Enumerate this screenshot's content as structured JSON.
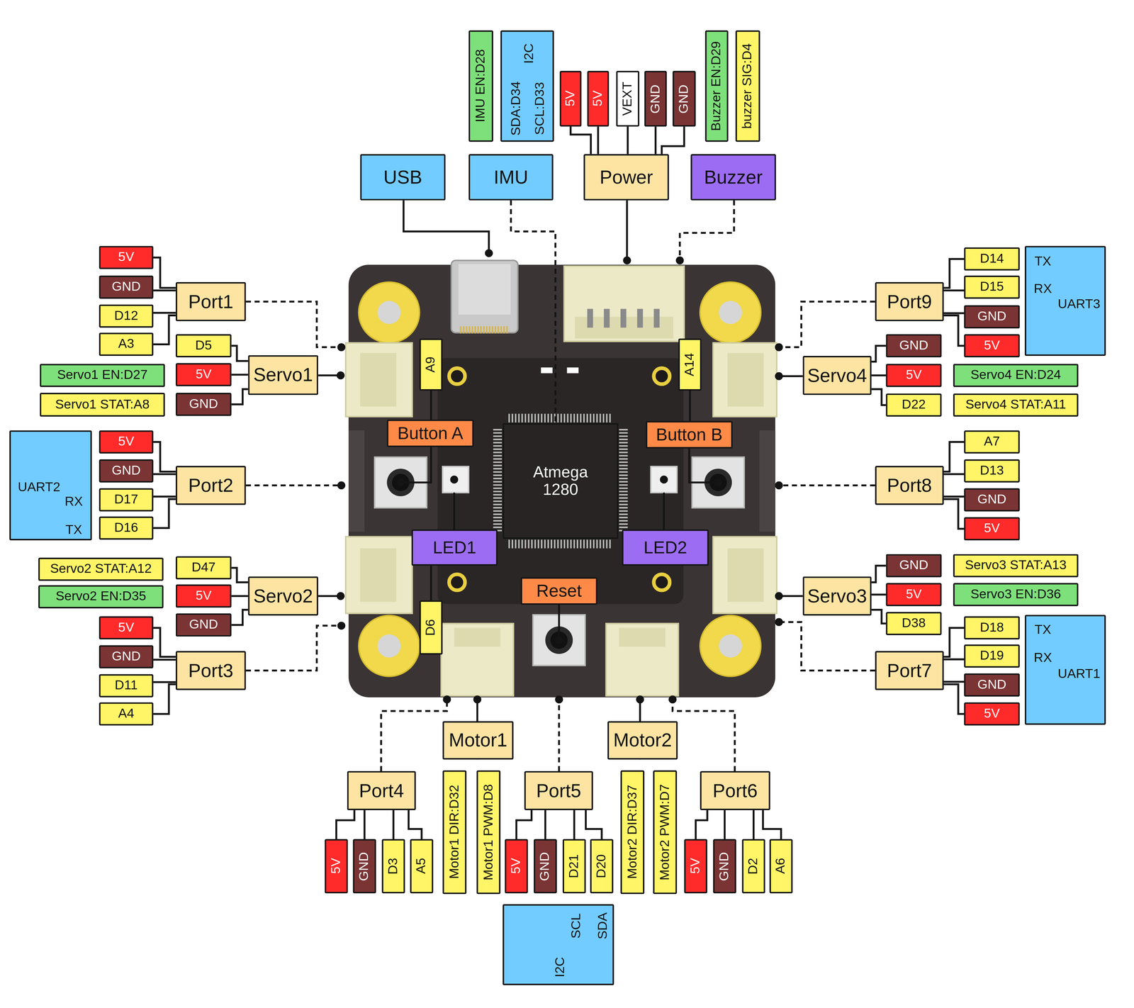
{
  "diagram": {
    "nodes": [
      {
        "text": [
          "IMU EN:D28"
        ]
      },
      {
        "text": [
          "I2C",
          "SDA:D34",
          "SCL:D33"
        ]
      },
      {
        "text": [
          "5V"
        ]
      },
      {
        "text": [
          "5V"
        ]
      },
      {
        "text": [
          "VEXT"
        ]
      },
      {
        "text": [
          "GND"
        ]
      },
      {
        "text": [
          "GND"
        ]
      },
      {
        "text": [
          "Buzzer EN:D29"
        ]
      },
      {
        "text": [
          "buzzer SIG:D4"
        ]
      },
      {
        "text": [
          "USB"
        ]
      },
      {
        "text": [
          "IMU"
        ]
      },
      {
        "text": [
          "Power"
        ]
      },
      {
        "text": [
          "Buzzer"
        ]
      },
      {
        "text": [
          "5V"
        ]
      },
      {
        "text": [
          "GND"
        ]
      },
      {
        "text": [
          "D12"
        ]
      },
      {
        "text": [
          "A3"
        ]
      },
      {
        "text": [
          "Port1"
        ]
      },
      {
        "text": [
          "D5"
        ]
      },
      {
        "text": [
          "5V"
        ]
      },
      {
        "text": [
          "GND"
        ]
      },
      {
        "text": [
          "Servo1"
        ]
      },
      {
        "text": [
          "Servo1 EN:D27"
        ]
      },
      {
        "text": [
          "Servo1 STAT:A8"
        ]
      },
      {
        "text": [
          "D14"
        ]
      },
      {
        "text": [
          "D15"
        ]
      },
      {
        "text": [
          "GND"
        ]
      },
      {
        "text": [
          "5V"
        ]
      },
      {
        "text": [
          "Port9"
        ]
      },
      {
        "text": [
          "TX",
          "RX",
          "UART3"
        ]
      },
      {
        "text": [
          "GND"
        ]
      },
      {
        "text": [
          "5V"
        ]
      },
      {
        "text": [
          "D22"
        ]
      },
      {
        "text": [
          "Servo4"
        ]
      },
      {
        "text": [
          "Servo4 EN:D24"
        ]
      },
      {
        "text": [
          "Servo4 STAT:A11"
        ]
      },
      {
        "text": [
          "A9"
        ]
      },
      {
        "text": [
          "A14"
        ]
      },
      {
        "text": [
          "Button A"
        ]
      },
      {
        "text": [
          "Button B"
        ]
      },
      {
        "text": [
          "Atmega 1280"
        ]
      },
      {
        "text": [
          "UART2",
          "RX",
          "TX"
        ]
      },
      {
        "text": [
          "5V"
        ]
      },
      {
        "text": [
          "GND"
        ]
      },
      {
        "text": [
          "D17"
        ]
      },
      {
        "text": [
          "D16"
        ]
      },
      {
        "text": [
          "Port2"
        ]
      },
      {
        "text": [
          "A7"
        ]
      },
      {
        "text": [
          "D13"
        ]
      },
      {
        "text": [
          "GND"
        ]
      },
      {
        "text": [
          "5V"
        ]
      },
      {
        "text": [
          "Port8"
        ]
      },
      {
        "text": [
          "LED1"
        ]
      },
      {
        "text": [
          "LED2"
        ]
      },
      {
        "text": [
          "Servo2 STAT:A12"
        ]
      },
      {
        "text": [
          "Servo2 EN:D35"
        ]
      },
      {
        "text": [
          "D47"
        ]
      },
      {
        "text": [
          "5V"
        ]
      },
      {
        "text": [
          "GND"
        ]
      },
      {
        "text": [
          "Servo2"
        ]
      },
      {
        "text": [
          "GND"
        ]
      },
      {
        "text": [
          "5V"
        ]
      },
      {
        "text": [
          "D38"
        ]
      },
      {
        "text": [
          "Servo3"
        ]
      },
      {
        "text": [
          "Servo3 STAT:A13"
        ]
      },
      {
        "text": [
          "Servo3 EN:D36"
        ]
      },
      {
        "text": [
          "Reset"
        ]
      },
      {
        "text": [
          "D6"
        ]
      },
      {
        "text": [
          "5V"
        ]
      },
      {
        "text": [
          "GND"
        ]
      },
      {
        "text": [
          "D11"
        ]
      },
      {
        "text": [
          "A4"
        ]
      },
      {
        "text": [
          "Port3"
        ]
      },
      {
        "text": [
          "D18"
        ]
      },
      {
        "text": [
          "D19"
        ]
      },
      {
        "text": [
          "GND"
        ]
      },
      {
        "text": [
          "5V"
        ]
      },
      {
        "text": [
          "Port7"
        ]
      },
      {
        "text": [
          "TX",
          "RX",
          "UART1"
        ]
      },
      {
        "text": [
          "Motor1"
        ]
      },
      {
        "text": [
          "Motor2"
        ]
      },
      {
        "text": [
          "Port4"
        ]
      },
      {
        "text": [
          "Port5"
        ]
      },
      {
        "text": [
          "Port6"
        ]
      },
      {
        "text": [
          "5V"
        ]
      },
      {
        "text": [
          "GND"
        ]
      },
      {
        "text": [
          "D3"
        ]
      },
      {
        "text": [
          "A5"
        ]
      },
      {
        "text": [
          "Motor1 DIR:D32"
        ]
      },
      {
        "text": [
          "Motor1 PWM:D8"
        ]
      },
      {
        "text": [
          "5V"
        ]
      },
      {
        "text": [
          "GND"
        ]
      },
      {
        "text": [
          "D21"
        ]
      },
      {
        "text": [
          "D20"
        ]
      },
      {
        "text": [
          "Motor2 DIR:D37"
        ]
      },
      {
        "text": [
          "Motor2 PWM:D7"
        ]
      },
      {
        "text": [
          "5V"
        ]
      },
      {
        "text": [
          "GND"
        ]
      },
      {
        "text": [
          "D2"
        ]
      },
      {
        "text": [
          "A6"
        ]
      },
      {
        "text": [
          "SCL",
          "SDA",
          "I2C"
        ]
      }
    ],
    "edges": [
      {
        "from": 11,
        "to": 2,
        "arrow": "none"
      },
      {
        "from": 11,
        "to": 3,
        "arrow": "none"
      },
      {
        "from": 11,
        "to": 4,
        "arrow": "none"
      },
      {
        "from": 11,
        "to": 5,
        "arrow": "none"
      },
      {
        "from": 11,
        "to": 6,
        "arrow": "none"
      },
      {
        "from": 10,
        "to": 40,
        "arrow": "none"
      },
      {
        "from": 17,
        "to": 13,
        "arrow": "none"
      },
      {
        "from": 17,
        "to": 14,
        "arrow": "none"
      },
      {
        "from": 17,
        "to": 15,
        "arrow": "none"
      },
      {
        "from": 17,
        "to": 16,
        "arrow": "none"
      },
      {
        "from": 21,
        "to": 18,
        "arrow": "none"
      },
      {
        "from": 21,
        "to": 19,
        "arrow": "none"
      },
      {
        "from": 21,
        "to": 20,
        "arrow": "none"
      },
      {
        "from": 28,
        "to": 24,
        "arrow": "none"
      },
      {
        "from": 28,
        "to": 25,
        "arrow": "none"
      },
      {
        "from": 28,
        "to": 26,
        "arrow": "none"
      },
      {
        "from": 28,
        "to": 27,
        "arrow": "none"
      },
      {
        "from": 33,
        "to": 30,
        "arrow": "none"
      },
      {
        "from": 33,
        "to": 31,
        "arrow": "none"
      },
      {
        "from": 33,
        "to": 32,
        "arrow": "none"
      },
      {
        "from": 36,
        "to": 38,
        "arrow": "none"
      },
      {
        "from": 37,
        "to": 39,
        "arrow": "none"
      },
      {
        "from": 46,
        "to": 42,
        "arrow": "none"
      },
      {
        "from": 46,
        "to": 43,
        "arrow": "none"
      },
      {
        "from": 46,
        "to": 44,
        "arrow": "none"
      },
      {
        "from": 46,
        "to": 45,
        "arrow": "none"
      },
      {
        "from": 51,
        "to": 47,
        "arrow": "none"
      },
      {
        "from": 51,
        "to": 48,
        "arrow": "none"
      },
      {
        "from": 51,
        "to": 49,
        "arrow": "none"
      },
      {
        "from": 51,
        "to": 50,
        "arrow": "none"
      },
      {
        "from": 52,
        "to": 67,
        "arrow": "none"
      },
      {
        "from": 59,
        "to": 56,
        "arrow": "none"
      },
      {
        "from": 59,
        "to": 57,
        "arrow": "none"
      },
      {
        "from": 59,
        "to": 58,
        "arrow": "none"
      },
      {
        "from": 63,
        "to": 60,
        "arrow": "none"
      },
      {
        "from": 63,
        "to": 61,
        "arrow": "none"
      },
      {
        "from": 63,
        "to": 62,
        "arrow": "none"
      },
      {
        "from": 72,
        "to": 68,
        "arrow": "none"
      },
      {
        "from": 72,
        "to": 69,
        "arrow": "none"
      },
      {
        "from": 72,
        "to": 70,
        "arrow": "none"
      },
      {
        "from": 72,
        "to": 71,
        "arrow": "none"
      },
      {
        "from": 77,
        "to": 73,
        "arrow": "none"
      },
      {
        "from": 77,
        "to": 74,
        "arrow": "none"
      },
      {
        "from": 77,
        "to": 75,
        "arrow": "none"
      },
      {
        "from": 77,
        "to": 76,
        "arrow": "none"
      },
      {
        "from": 81,
        "to": 84,
        "arrow": "none"
      },
      {
        "from": 81,
        "to": 85,
        "arrow": "none"
      },
      {
        "from": 81,
        "to": 86,
        "arrow": "none"
      },
      {
        "from": 81,
        "to": 87,
        "arrow": "none"
      },
      {
        "from": 82,
        "to": 90,
        "arrow": "none"
      },
      {
        "from": 82,
        "to": 91,
        "arrow": "none"
      },
      {
        "from": 82,
        "to": 92,
        "arrow": "none"
      },
      {
        "from": 82,
        "to": 93,
        "arrow": "none"
      },
      {
        "from": 83,
        "to": 96,
        "arrow": "none"
      },
      {
        "from": 83,
        "to": 97,
        "arrow": "none"
      },
      {
        "from": 83,
        "to": 98,
        "arrow": "none"
      },
      {
        "from": 83,
        "to": 99,
        "arrow": "none"
      }
    ]
  }
}
